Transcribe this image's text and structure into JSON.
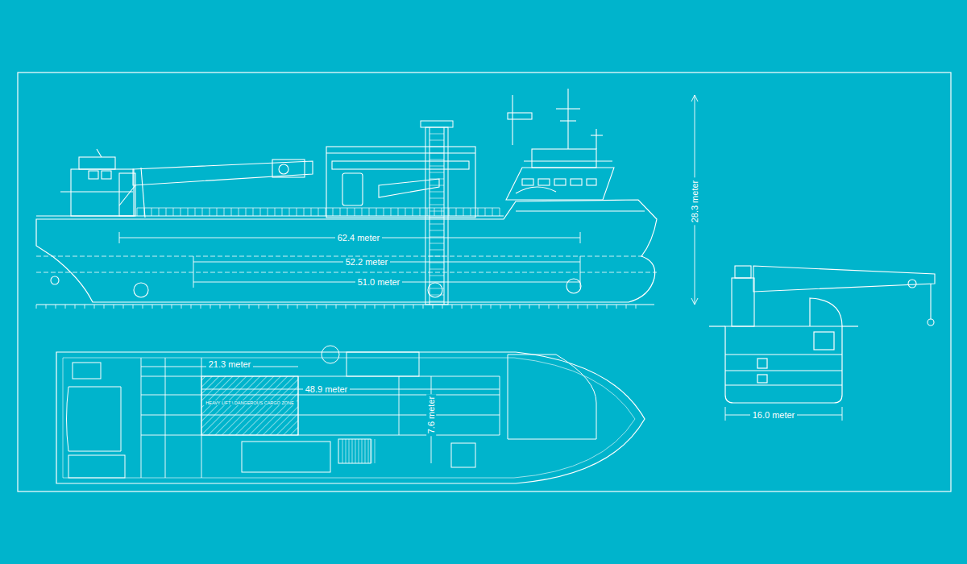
{
  "diagram": {
    "labels": [
      "62.4 meter",
      "52.2 meter",
      "51.0 meter",
      "28.3 meter",
      "21.3 meter",
      "48.9 meter",
      "7.6 meter",
      "HEAVY LIFT \\ DANGEROUS CARGO ZONE",
      "16.0 meter"
    ]
  }
}
